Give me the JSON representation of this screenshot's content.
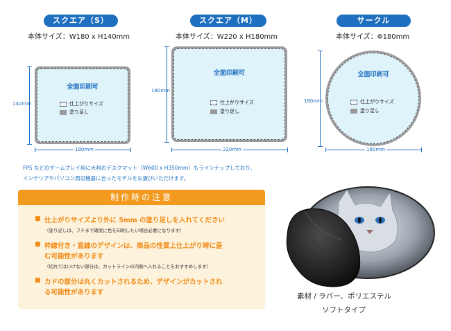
{
  "variants": [
    {
      "label": "スクエア（S）",
      "size_text": "本体サイズ：W180 x H140mm",
      "width_label": "180mm",
      "height_label": "140mm"
    },
    {
      "label": "スクエア（M）",
      "size_text": "本体サイズ：W220 x H180mm",
      "width_label": "220mm",
      "height_label": "180mm"
    },
    {
      "label": "サークル",
      "size_text": "本体サイズ：Φ180mm",
      "width_label": "180mm",
      "height_label": "180mm"
    }
  ],
  "diagram": {
    "print_label": "全面印刷可",
    "legend_finish": "仕上がりサイズ",
    "legend_bleed": "塗り足し"
  },
  "note": {
    "line1": "FPS などのゲームプレイ用に大判のデスクマット（W600 x H350mm）もラインナップしており、",
    "line2": "インテリアやパソコン周辺機器に合ったモデルをお選びいただけます。"
  },
  "caution": {
    "title": "制作時の注意",
    "items": [
      {
        "main": [
          "仕上がりサイズより外に 5mm の塗り足しを入れてください"
        ],
        "sub": "（塗り足しは、フチまで確実に色を印刷したい場合必要になります）"
      },
      {
        "main": [
          "枠線付き・直線のデザインは、商品の性質上仕上がり時に歪",
          "む可能性があります"
        ],
        "sub": "（切れてはいけない部分は、カットラインの内側へ入れることをおすすめします）"
      },
      {
        "main": [
          "カドの部分は丸くカットされるため、デザインがカットされ",
          "る可能性があります"
        ],
        "sub": ""
      }
    ]
  },
  "material": {
    "line1": "素材 / ラバー、ポリエステル",
    "line2": "ソフトタイプ"
  },
  "colors": {
    "accent_blue": "#1f6fc0",
    "accent_orange": "#f39a1e",
    "print_area": "#dff3fb",
    "bleed_gray": "#9a9a9a"
  }
}
